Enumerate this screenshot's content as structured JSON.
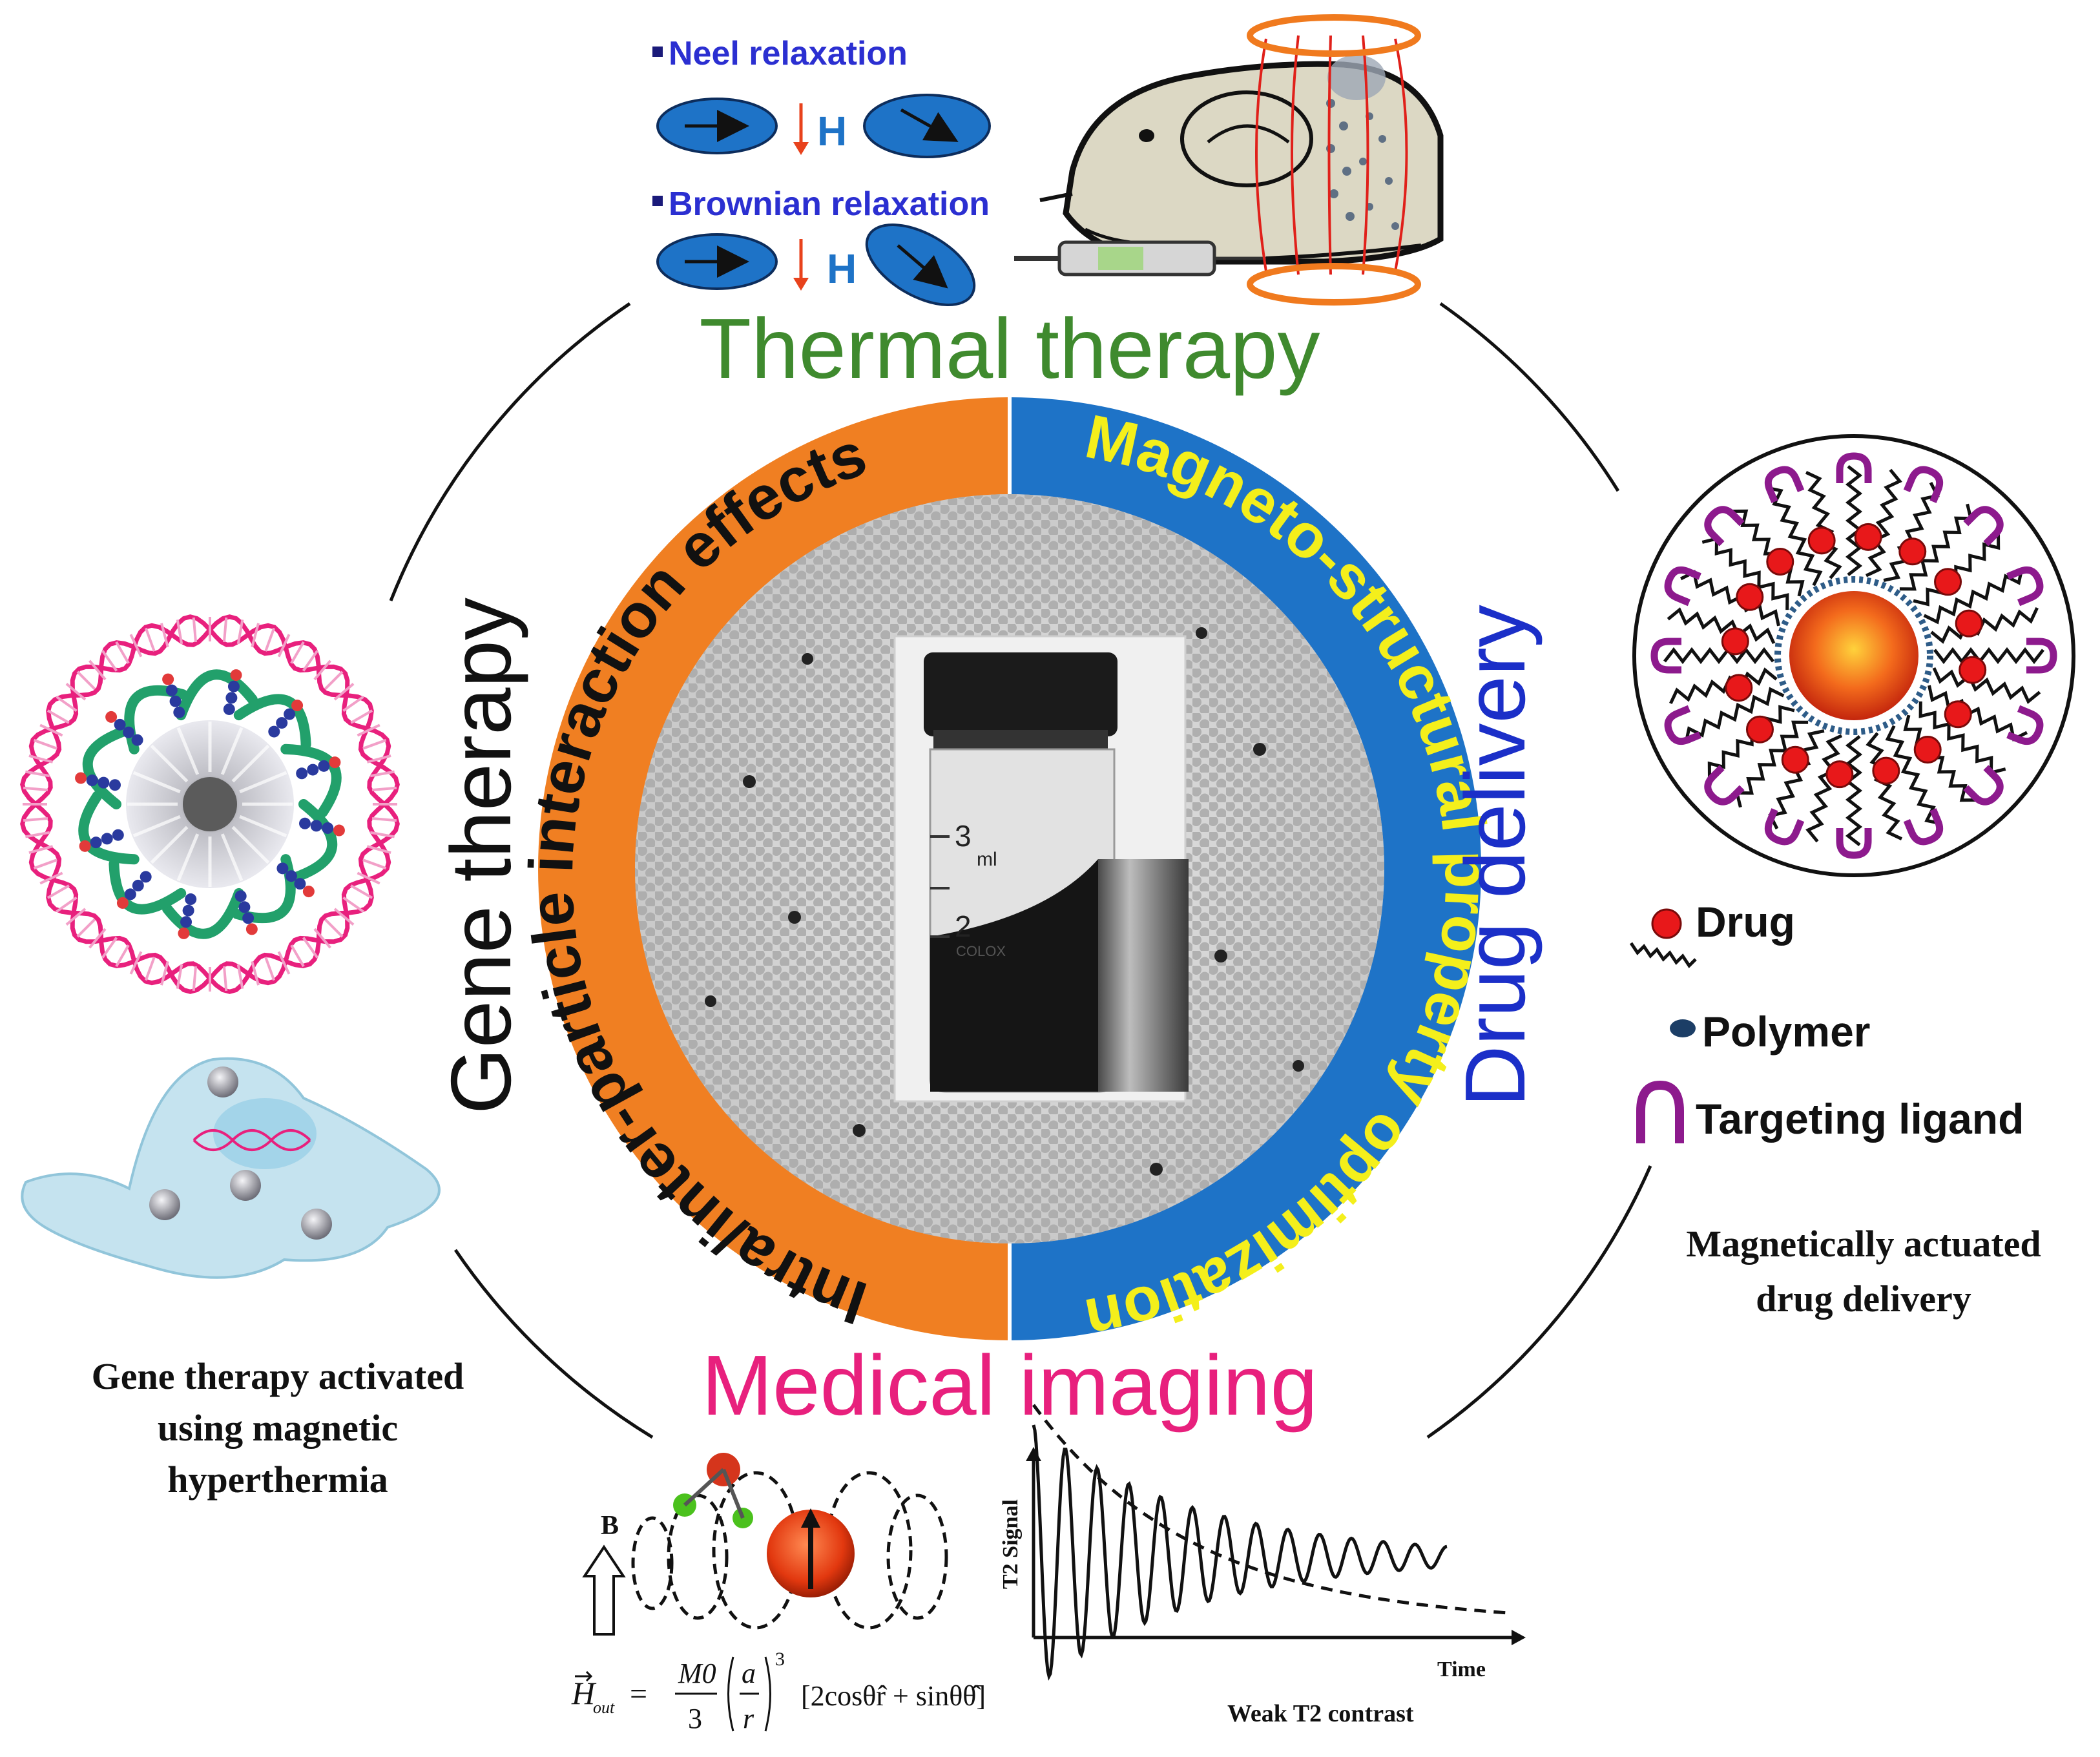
{
  "sections": {
    "thermal": "Thermal therapy",
    "gene": "Gene therapy",
    "drug": "Drug delivery",
    "imaging": "Medical imaging"
  },
  "ring": {
    "left_text": "Intra/inter-particle interaction effects",
    "right_text": "Magneto-structural property optimization",
    "left_color": "#f07f22",
    "right_color": "#1e73c7",
    "left_text_color": "#111111",
    "right_text_color": "#f4ef1b"
  },
  "colors": {
    "thermal": "#3f8a2e",
    "gene": "#111111",
    "drug": "#1b2fc8",
    "imaging": "#e8207d",
    "relaxation_label": "#2b2fd1",
    "field_label": "#1e73c7",
    "field_arrow": "#e8421c",
    "coil": "#f07a1e",
    "field_lines": "#e0201a"
  },
  "relaxation": {
    "neel": "Neel relaxation",
    "brownian": "Brownian relaxation",
    "field": "H"
  },
  "vial": {
    "marks": [
      "3",
      "2",
      "ml"
    ],
    "brand": "COLOX"
  },
  "legend": {
    "drug": "Drug",
    "polymer": "Polymer",
    "ligand": "Targeting ligand"
  },
  "captions": {
    "drug_1": "Magnetically actuated",
    "drug_2": "drug delivery",
    "gene_1": "Gene therapy activated",
    "gene_2": "using magnetic",
    "gene_3": "hyperthermia"
  },
  "imaging": {
    "b_label": "B",
    "t2_axis": "T2 Signal",
    "time_axis": "Time",
    "contrast": "Weak T2 contrast",
    "formula_lhs": "H",
    "formula_sub": "out",
    "formula_eq": "=",
    "m0": "M0",
    "three": "3",
    "a": "a",
    "r": "r",
    "exp": "3",
    "bracket": "[2cosθr̂ + sinθθ̂]"
  }
}
